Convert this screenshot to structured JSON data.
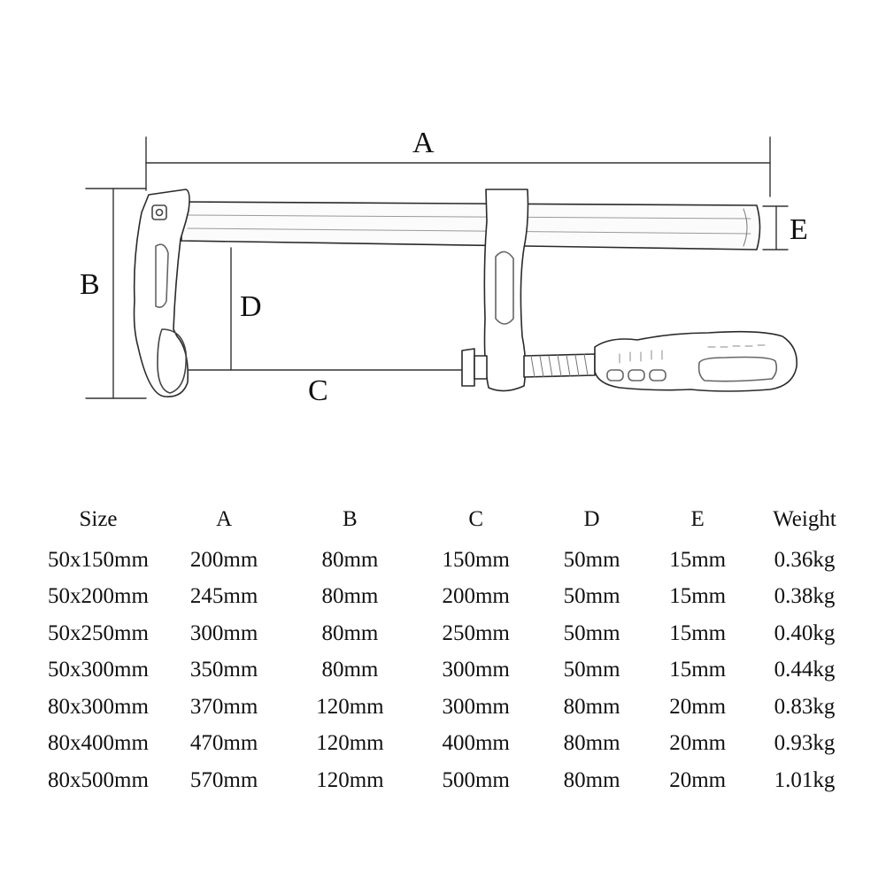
{
  "diagram": {
    "dimension_labels": {
      "a": "A",
      "b": "B",
      "c": "C",
      "d": "D",
      "e": "E"
    }
  },
  "table": {
    "headers": [
      "Size",
      "A",
      "B",
      "C",
      "D",
      "E",
      "Weight"
    ],
    "rows": [
      [
        "50x150mm",
        "200mm",
        "80mm",
        "150mm",
        "50mm",
        "15mm",
        "0.36kg"
      ],
      [
        "50x200mm",
        "245mm",
        "80mm",
        "200mm",
        "50mm",
        "15mm",
        "0.38kg"
      ],
      [
        "50x250mm",
        "300mm",
        "80mm",
        "250mm",
        "50mm",
        "15mm",
        "0.40kg"
      ],
      [
        "50x300mm",
        "350mm",
        "80mm",
        "300mm",
        "50mm",
        "15mm",
        "0.44kg"
      ],
      [
        "80x300mm",
        "370mm",
        "120mm",
        "300mm",
        "80mm",
        "20mm",
        "0.83kg"
      ],
      [
        "80x400mm",
        "470mm",
        "120mm",
        "400mm",
        "80mm",
        "20mm",
        "0.93kg"
      ],
      [
        "80x500mm",
        "570mm",
        "120mm",
        "500mm",
        "80mm",
        "20mm",
        "1.01kg"
      ]
    ]
  }
}
